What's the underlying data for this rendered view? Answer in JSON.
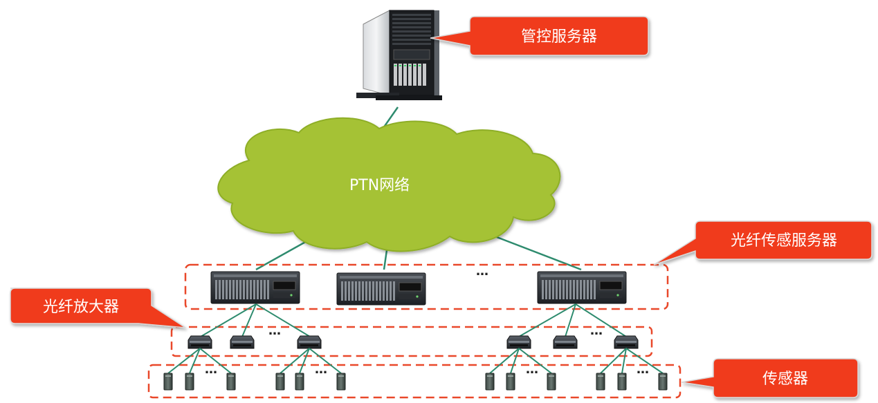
{
  "network": {
    "label": "PTN网络",
    "cloud_color": "#A5C236"
  },
  "callouts": {
    "control_server": "管控服务器",
    "fiber_sensing_server": "光纤传感服务器",
    "fiber_amplifier": "光纤放大器",
    "sensor": "传感器"
  },
  "ellipsis": "…",
  "colors": {
    "callout_fill": "#F03B1C",
    "dashed_border": "#E9482A",
    "link_line": "#2E8B6E"
  }
}
